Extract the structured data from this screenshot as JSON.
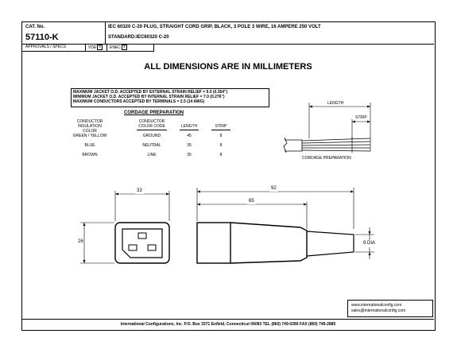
{
  "header": {
    "cat_label": "CAT. No.",
    "cat_number": "57110-K",
    "description": "IEC 60320 C-20 PLUG, STRAIGHT CORD GRIP, BLACK, 3 POLE 3 WIRE, 16 AMPERE 250 VOLT",
    "standard": "STANDARD:IEC60320 C-20"
  },
  "approvals": {
    "label": "APPROVALS / SPECS",
    "items": [
      {
        "name": "VDE",
        "mark": "x"
      },
      {
        "name": "ENEC",
        "mark": "x"
      }
    ]
  },
  "main_title": "ALL DIMENSIONS ARE IN MILLIMETERS",
  "notes": [
    "MAXIMUM JACKET O.D. ACCEPTED BY EXTERNAL STRAIN RELIEF = 9.0 (0.354\")",
    "MINIMUM JACKET O.D. ACCEPTED BY INTERNAL STRAIN RELIEF = 7.0 (0.276\")",
    "MAXIMUM CONDUCTORS ACCEPTED BY TERMINALS = 2.5 (14 AWG)"
  ],
  "cordage": {
    "title": "CORDAGE PREPARATION",
    "headers": [
      "CONDUCTOR INSULATION COLOR",
      "CONDUCTOR COLOR CODE",
      "LENGTH",
      "STRIP"
    ],
    "rows": [
      [
        "GREEN / YELLOW",
        "GROUND",
        "45",
        "8"
      ],
      [
        "BLUE",
        "NEUTRAL",
        "35",
        "8"
      ],
      [
        "BROWN",
        "LINE",
        "35",
        "8"
      ]
    ]
  },
  "prep_diagram": {
    "length_label": "LENGTH",
    "strip_label": "STRIP",
    "caption": "CORDAGE PREPARATION"
  },
  "dimensions": {
    "front_width": "33",
    "front_height": "26",
    "total_length": "92",
    "body_length": "65",
    "cord_dia": "9 DIA"
  },
  "contact": {
    "web": "www.internationalconfig.com",
    "email": "sales@internationalconfig.com"
  },
  "footer": "International Configurations, Inc.  P.O. Box 3371  Enfield, Connecticut 06083 TEL (860) 749-0280  FAX (860) 749-2885"
}
